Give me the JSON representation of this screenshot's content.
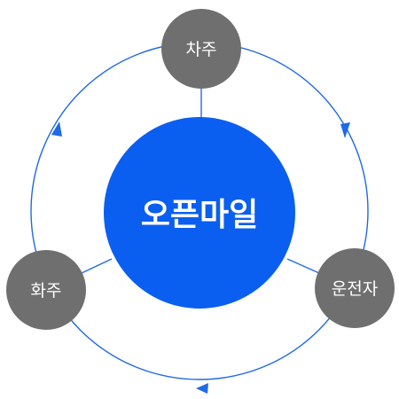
{
  "diagram": {
    "center": {
      "label": "오픈마일"
    },
    "nodes": {
      "top": {
        "label": "차주"
      },
      "right": {
        "label": "운전자"
      },
      "left": {
        "label": "화주"
      }
    },
    "colors": {
      "accent": "#0a5ff0",
      "ring": "#1f6ae6",
      "node": "#6f6f6f",
      "text": "#ffffff"
    }
  }
}
